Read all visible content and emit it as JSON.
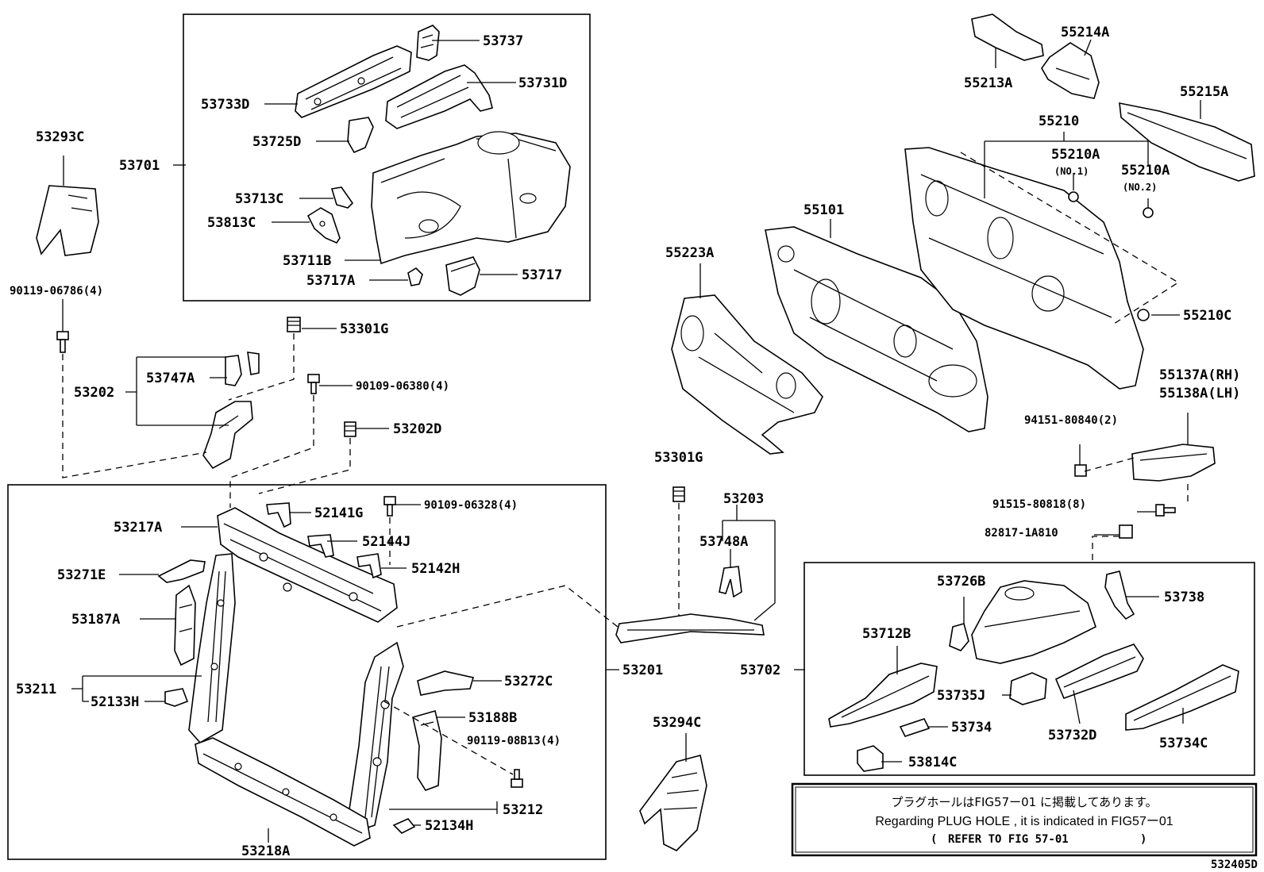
{
  "diagram_id": "532405D",
  "labels": {
    "p53737": "53737",
    "p53731D": "53731D",
    "p53733D": "53733D",
    "p53725D": "53725D",
    "p53701": "53701",
    "p53713C": "53713C",
    "p53813C": "53813C",
    "p53711B": "53711B",
    "p53717A": "53717A",
    "p53717": "53717",
    "p53293C": "53293C",
    "p90119_06786": "90119-06786(4)",
    "p53301G_l": "53301G",
    "p53202": "53202",
    "p53747A": "53747A",
    "p90109_06380": "90109-06380(4)",
    "p53202D": "53202D",
    "p53217A": "53217A",
    "p52141G": "52141G",
    "p90109_06328": "90109-06328(4)",
    "p52144J": "52144J",
    "p52142H": "52142H",
    "p53271E": "53271E",
    "p53187A": "53187A",
    "p53211": "53211",
    "p52133H": "52133H",
    "p53272C": "53272C",
    "p53201": "53201",
    "p53188B": "53188B",
    "p90119_08B13": "90119-08B13(4)",
    "p53212": "53212",
    "p52134H": "52134H",
    "p53218A": "53218A",
    "p53301G_r": "53301G",
    "p53203": "53203",
    "p53748A": "53748A",
    "p53294C": "53294C",
    "p55223A": "55223A",
    "p55101": "55101",
    "p55213A": "55213A",
    "p55214A": "55214A",
    "p55215A": "55215A",
    "p55210": "55210",
    "p55210A_1": "55210A",
    "p55210A_1_sub": "(NO.1)",
    "p55210A_2": "55210A",
    "p55210A_2_sub": "(NO.2)",
    "p55210C": "55210C",
    "p55137A": "55137A(RH)",
    "p55138A": "55138A(LH)",
    "p94151_80840": "94151-80840(2)",
    "p91515_80818": "91515-80818(8)",
    "p82817_1A810": "82817-1A810",
    "p53702": "53702",
    "p53726B": "53726B",
    "p53738": "53738",
    "p53712B": "53712B",
    "p53735J": "53735J",
    "p53734": "53734",
    "p53732D": "53732D",
    "p53734C": "53734C",
    "p53814C": "53814C"
  },
  "note": {
    "jp": "プラグホールはFIG57ー01 に掲載してあります。",
    "en": "Regarding PLUG HOLE , it is indicated in FIG57ー01",
    "ref_open": "(",
    "ref": "REFER TO FIG 57-01",
    "ref_close": ")"
  }
}
